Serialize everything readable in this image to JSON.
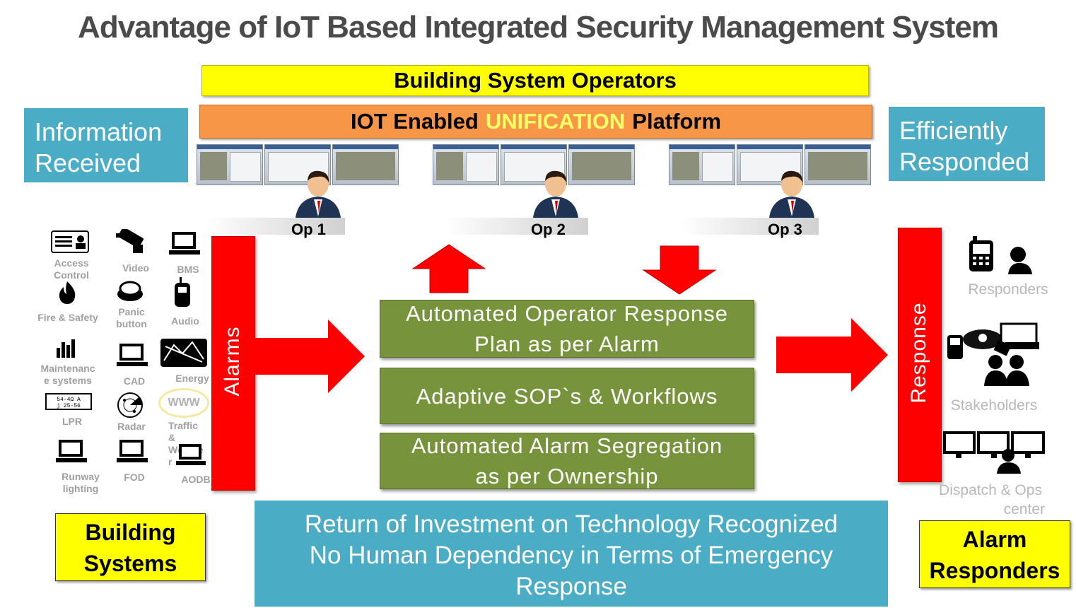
{
  "title": "Advantage of IoT Based Integrated Security Management System",
  "operators_bar": "Building System Operators",
  "platform_bar": {
    "prefix": "IOT Enabled",
    "highlight": "UNIFICATION",
    "suffix": "Platform"
  },
  "info_received": {
    "line1": "Information",
    "line2": "Received"
  },
  "efficiently_responded": {
    "line1": "Efficiently",
    "line2": "Responded"
  },
  "operators": [
    "Op 1",
    "Op 2",
    "Op 3"
  ],
  "alarms_label": "Alarms",
  "response_label": "Response",
  "process_boxes": [
    {
      "line1": "Automated Operator Response",
      "line2": "Plan as per Alarm"
    },
    {
      "line1": "Adaptive SOP`s & Workflows",
      "line2": ""
    },
    {
      "line1": "Automated Alarm Segregation",
      "line2": "as per Ownership"
    }
  ],
  "roi": {
    "line1": "Return of Investment on Technology Recognized",
    "line2": "No Human Dependency in Terms of Emergency",
    "line3": "Response"
  },
  "building_systems_box": {
    "line1": "Building",
    "line2": "Systems"
  },
  "alarm_responders_box": {
    "line1": "Alarm",
    "line2": "Responders"
  },
  "systems": {
    "access_control": {
      "l1": "Access",
      "l2": "Control"
    },
    "video": "Video",
    "bms": "BMS",
    "fire_safety": "Fire & Safety",
    "panic_button": {
      "l1": "Panic",
      "l2": "button"
    },
    "audio": "Audio",
    "maintenance": {
      "l1": "Maintenanc",
      "l2": "e systems"
    },
    "cad": "CAD",
    "energy": "Energy",
    "lpr": "LPR",
    "radar": "Radar",
    "www": "WWW",
    "traffic_weather": {
      "l1": "Traffic",
      "l2": "&",
      "l3": "Weathe",
      "l4": "r"
    },
    "runway": {
      "l1": "Runway",
      "l2": "lighting"
    },
    "fod": "FOD",
    "aodb": "AODB"
  },
  "responders": {
    "responders": "Responders",
    "stakeholders": "Stakeholders",
    "dispatch": {
      "l1": "Dispatch & Ops",
      "l2": "center"
    }
  },
  "colors": {
    "teal": "#4bacc6",
    "green": "#77933c",
    "red": "#ff0000",
    "yellow": "#ffff00",
    "orange": "#f79646"
  }
}
